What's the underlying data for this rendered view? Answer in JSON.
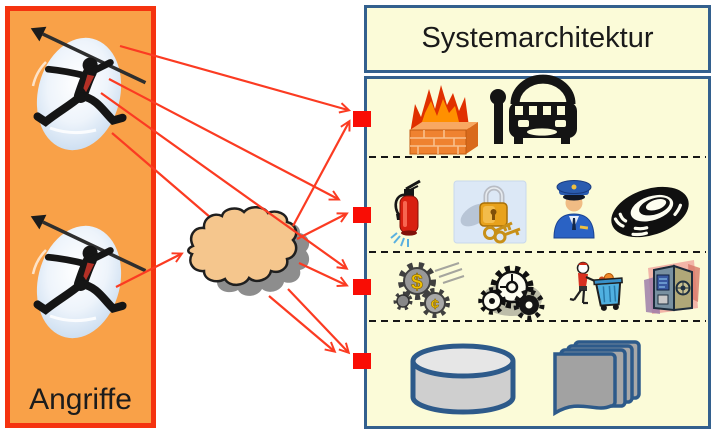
{
  "diagram": {
    "left_panel": {
      "label": "Angriffe"
    },
    "right_panel": {
      "title": "Systemarchitektur",
      "layers": [
        {
          "icons": [
            "firewall-icon",
            "vehicle-gate-icon"
          ]
        },
        {
          "icons": [
            "fire-extinguisher-icon",
            "padlock-keys-icon",
            "police-officer-icon",
            "life-ring-icon"
          ]
        },
        {
          "icons": [
            "dollar-gears-icon",
            "gears-icon",
            "waste-disposal-icon",
            "safe-icon"
          ]
        },
        {
          "icons": [
            "database-icon",
            "documents-icon"
          ]
        }
      ]
    },
    "attackers": [
      "attacker-1",
      "attacker-2"
    ],
    "cloud": "network-cloud",
    "edges": [
      {
        "from": "attacker-1",
        "to": "layer-1-connector"
      },
      {
        "from": "attacker-1",
        "to": "layer-2-connector"
      },
      {
        "from": "attacker-1",
        "to": "layer-3-connector"
      },
      {
        "from": "attacker-1",
        "to": "network-cloud"
      },
      {
        "from": "attacker-2",
        "to": "network-cloud"
      },
      {
        "from": "network-cloud",
        "to": "layer-1-connector"
      },
      {
        "from": "network-cloud",
        "to": "layer-2-connector"
      },
      {
        "from": "network-cloud",
        "to": "layer-3-connector"
      },
      {
        "from": "network-cloud",
        "to": "layer-4-connector"
      },
      {
        "from": "network-cloud",
        "to": "layer-4-connector"
      }
    ],
    "icon_glyphs": {
      "gear_currency": [
        "$",
        "¢"
      ]
    },
    "colors": {
      "attack_panel_fill": "#f9a148",
      "attack_panel_border": "#f5330f",
      "architecture_fill": "#fbfbd8",
      "architecture_border": "#33608e",
      "arrow_red": "#fb3b22",
      "connector_red": "#f90d05",
      "cloud_fill": "#f5c68d",
      "cloud_shadow": "#8d8d8d"
    }
  }
}
